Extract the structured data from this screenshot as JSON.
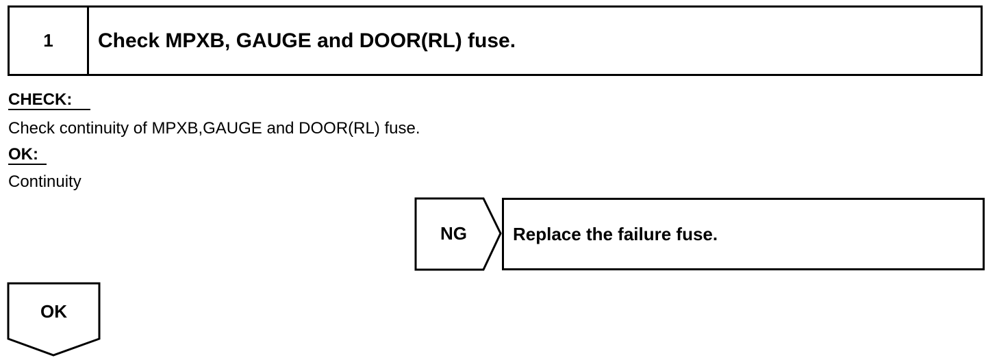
{
  "step": {
    "number": "1",
    "title": "Check MPXB, GAUGE and DOOR(RL) fuse."
  },
  "check": {
    "label": "CHECK:",
    "text": "Check continuity of MPXB,GAUGE and DOOR(RL) fuse."
  },
  "ok_section": {
    "label": "OK:",
    "text": "Continuity"
  },
  "ng_branch": {
    "tag": "NG",
    "action": "Replace the failure fuse."
  },
  "ok_branch": {
    "tag": "OK"
  }
}
